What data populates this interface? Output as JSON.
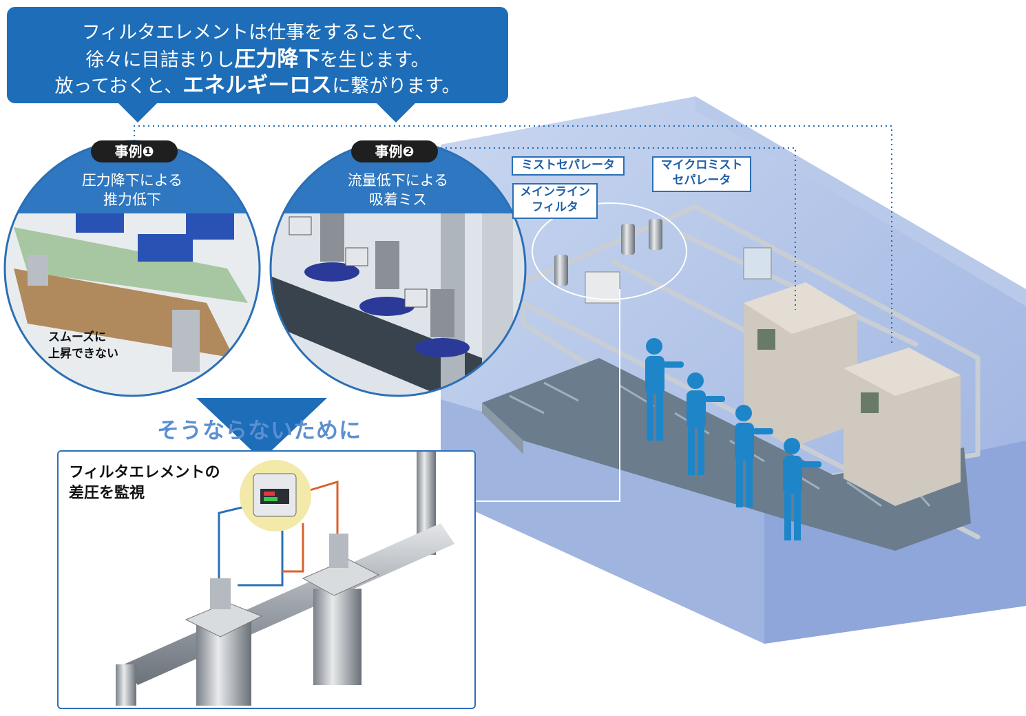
{
  "callout": {
    "line1": "フィルタエレメントは仕事をすることで、",
    "line2_pre": "徐々に目詰まりし",
    "line2_bold": "圧力降下",
    "line2_post": "を生じます。",
    "line3_pre": "放っておくと、",
    "line3_bold": "エネルギーロス",
    "line3_post": "に繋がります。"
  },
  "case1": {
    "badge": "事例❶",
    "line1": "圧力降下による",
    "line2": "推力低下",
    "note_line1": "スムーズに",
    "note_line2": "上昇できない"
  },
  "case2": {
    "badge": "事例❷",
    "line1": "流量低下による",
    "line2": "吸着ミス"
  },
  "labels": {
    "mist_separator": "ミストセパレータ",
    "mainline_filter_1": "メインライン",
    "mainline_filter_2": "フィルタ",
    "micro_mist_1": "マイクロミスト",
    "micro_mist_2": "セパレータ"
  },
  "banner": "そうならないために",
  "monitor": {
    "title_line1": "フィルタエレメントの",
    "title_line2": "差圧を監視"
  },
  "colors": {
    "brand_blue": "#1d6db8",
    "room": "#a9bde4",
    "worker": "#1e86c8",
    "label_border": "#2a6fb5"
  }
}
